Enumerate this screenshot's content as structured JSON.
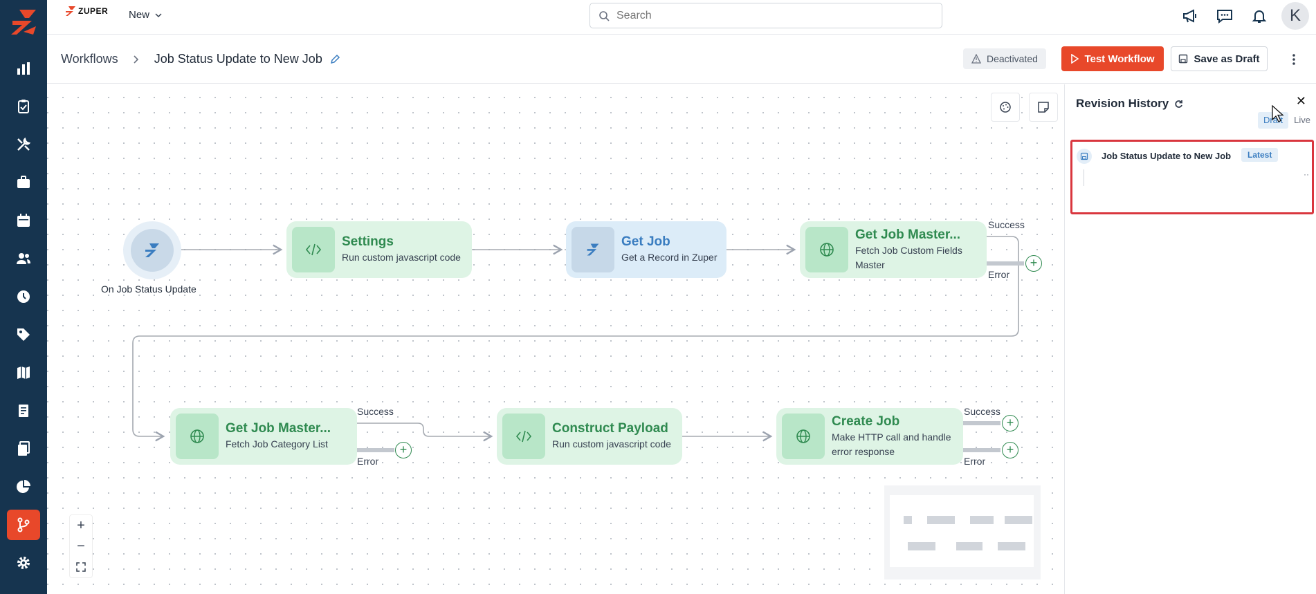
{
  "app": {
    "brand": "ZUPER",
    "new_label": "New",
    "search_placeholder": "Search",
    "avatar_initial": "K",
    "accent_color": "#e8482a",
    "sidebar_color": "#16344f"
  },
  "sidebar": {
    "items": [
      {
        "name": "analytics",
        "icon": "bar-chart-icon",
        "active": false
      },
      {
        "name": "jobs",
        "icon": "clipboard-icon",
        "active": false
      },
      {
        "name": "service",
        "icon": "tools-icon",
        "active": false
      },
      {
        "name": "assets",
        "icon": "briefcase-icon",
        "active": false
      },
      {
        "name": "schedule",
        "icon": "calendar-icon",
        "active": false
      },
      {
        "name": "customers",
        "icon": "users-icon",
        "active": false
      },
      {
        "name": "timesheets",
        "icon": "clock-icon",
        "active": false
      },
      {
        "name": "pricing",
        "icon": "tag-icon",
        "active": false
      },
      {
        "name": "maps",
        "icon": "map-icon",
        "active": false
      },
      {
        "name": "invoices",
        "icon": "receipt-icon",
        "active": false
      },
      {
        "name": "documents",
        "icon": "files-icon",
        "active": false
      },
      {
        "name": "reports",
        "icon": "pie-chart-icon",
        "active": false
      },
      {
        "name": "workflows",
        "icon": "workflow-icon",
        "active": true
      },
      {
        "name": "settings",
        "icon": "gear-icon",
        "active": false
      }
    ]
  },
  "header": {
    "breadcrumb_root": "Workflows",
    "workflow_name": "Job Status Update to New Job",
    "status": "Deactivated",
    "test_label": "Test Workflow",
    "draft_label": "Save as Draft"
  },
  "workflow": {
    "trigger_label": "On Job Status Update",
    "nodes": [
      {
        "title": "Settings",
        "subtitle": "Run custom javascript code",
        "type": "code"
      },
      {
        "title": "Get Job",
        "subtitle": "Get a Record in Zuper",
        "type": "zuper"
      },
      {
        "title": "Get Job Master...",
        "subtitle": "Fetch Job Custom Fields Master",
        "type": "http"
      },
      {
        "title": "Get Job Master...",
        "subtitle": "Fetch Job Category List",
        "type": "http"
      },
      {
        "title": "Construct Payload",
        "subtitle": "Run custom javascript code",
        "type": "code"
      },
      {
        "title": "Create Job",
        "subtitle": "Make HTTP call and handle error response",
        "type": "http"
      }
    ],
    "success_label": "Success",
    "error_label": "Error"
  },
  "revision_panel": {
    "title": "Revision History",
    "toggle_draft": "Draft",
    "toggle_live": "Live",
    "revisions": [
      {
        "title": "Job Status Update to New Job",
        "badge": "Latest"
      }
    ]
  }
}
